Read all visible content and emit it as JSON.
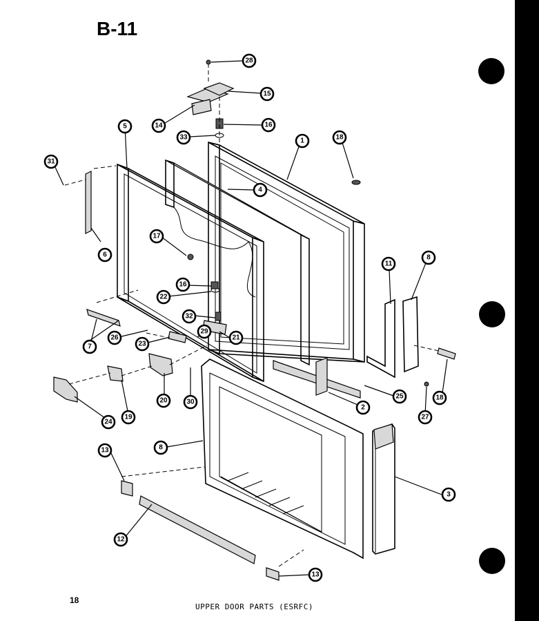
{
  "header": {
    "section_code": "B-11"
  },
  "footer": {
    "page_number": "18",
    "caption": "UPPER DOOR PARTS (ESRFC)"
  },
  "callouts": [
    "28",
    "15",
    "14",
    "16",
    "33",
    "5",
    "1",
    "18",
    "31",
    "4",
    "17",
    "6",
    "16",
    "22",
    "32",
    "29",
    "21",
    "7",
    "26",
    "23",
    "11",
    "8",
    "19",
    "20",
    "30",
    "24",
    "13",
    "12",
    "3",
    "2",
    "25",
    "27",
    "18",
    "8",
    "13"
  ]
}
